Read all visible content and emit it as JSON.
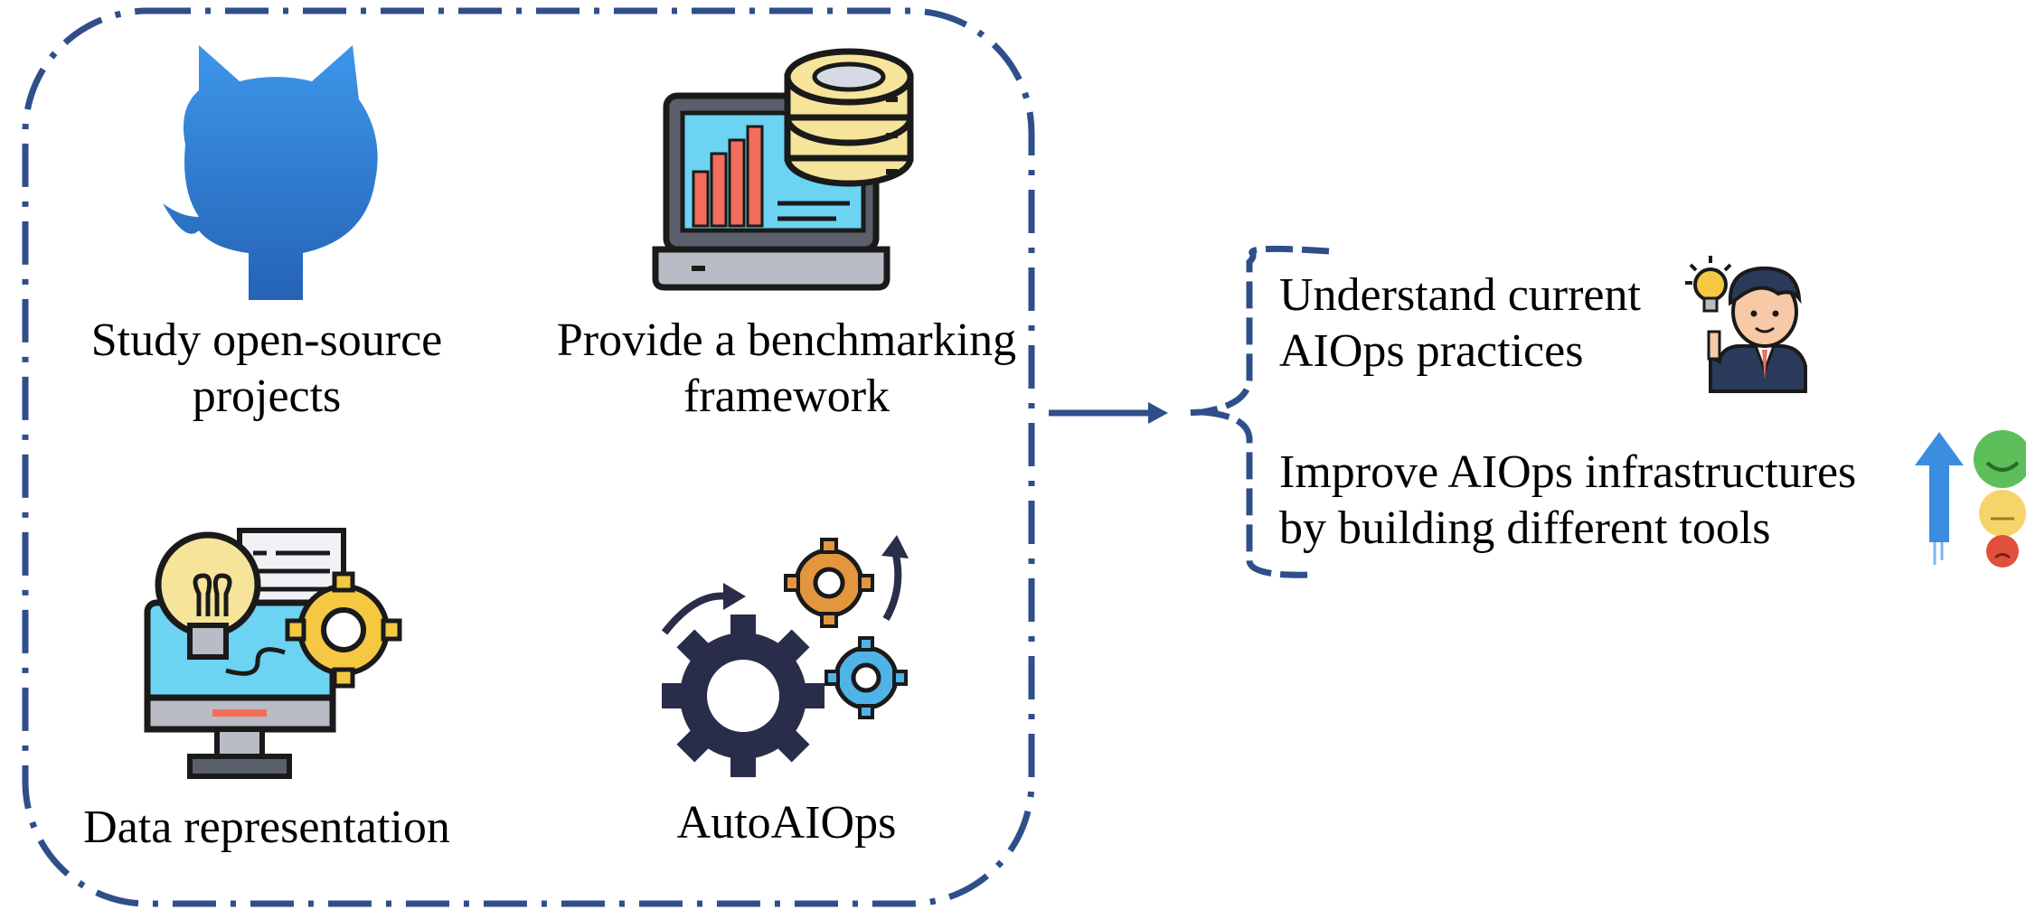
{
  "colors": {
    "dash_border": "#2f4f8a",
    "arrow": "#2f4f8a",
    "github_blue": "#3a8de0",
    "accent_red": "#f26d5b",
    "accent_yellow": "#f5c842",
    "accent_cyan": "#5ad1f0",
    "dark_navy": "#2a2d4a",
    "accent_orange": "#e3963e"
  },
  "left_panel": {
    "items": [
      {
        "icon": "github-octocat-icon",
        "line1": "Study open-source",
        "line2": "projects"
      },
      {
        "icon": "laptop-database-icon",
        "line1": "Provide a benchmarking",
        "line2": "framework"
      },
      {
        "icon": "idea-monitor-gear-icon",
        "line1": "Data representation",
        "line2": ""
      },
      {
        "icon": "gears-cycle-icon",
        "line1": "AutoAIOps",
        "line2": ""
      }
    ]
  },
  "right_panel": {
    "goals": [
      {
        "icon": "businessman-idea-icon",
        "line1": "Understand current",
        "line2": "AIOps practices"
      },
      {
        "icon": "satisfaction-upgrade-icon",
        "line1": "Improve AIOps infrastructures",
        "line2": "by building different tools"
      }
    ]
  }
}
